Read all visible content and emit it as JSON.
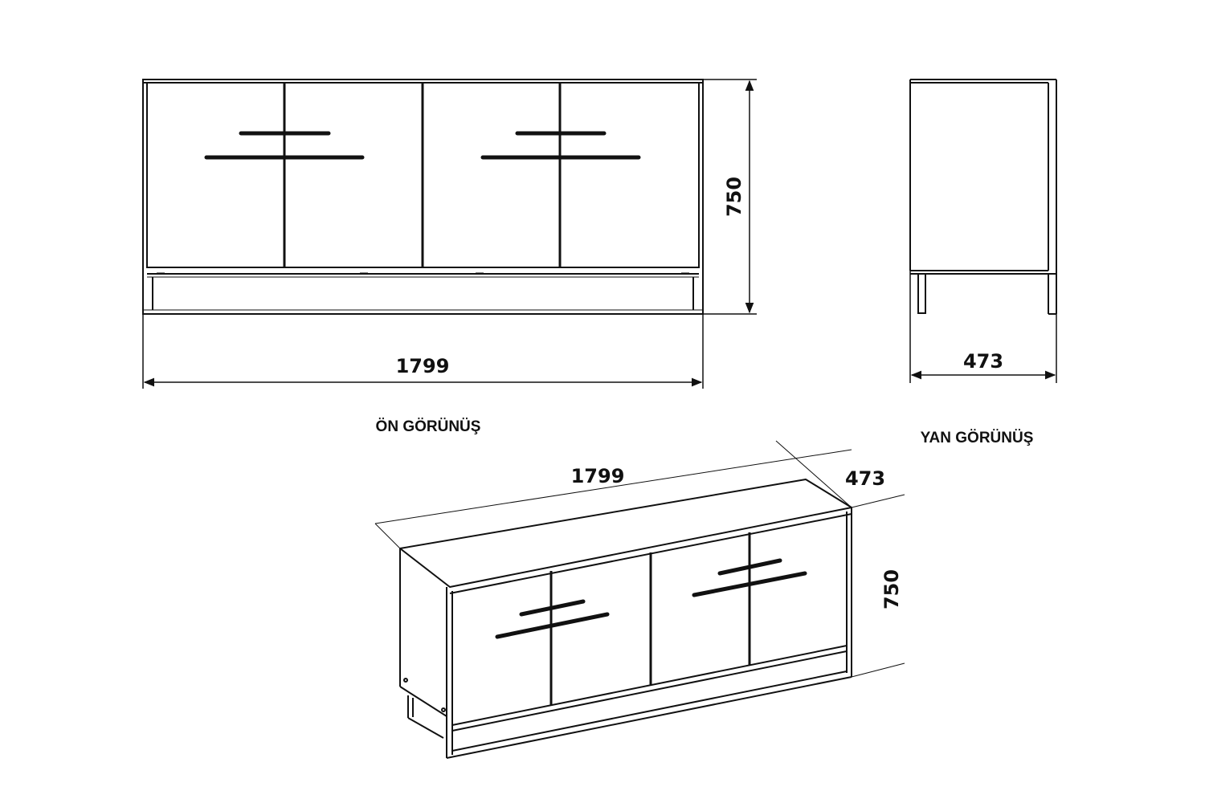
{
  "front_view": {
    "caption": "ÖN GÖRÜNÜŞ",
    "width_label": "1799",
    "height_label": "750"
  },
  "side_view": {
    "caption": "YAN GÖRÜNÜŞ",
    "depth_label": "473"
  },
  "iso_view": {
    "width_label": "1799",
    "depth_label": "473",
    "height_label": "750"
  },
  "colors": {
    "line": "#111111",
    "background": "#ffffff"
  }
}
